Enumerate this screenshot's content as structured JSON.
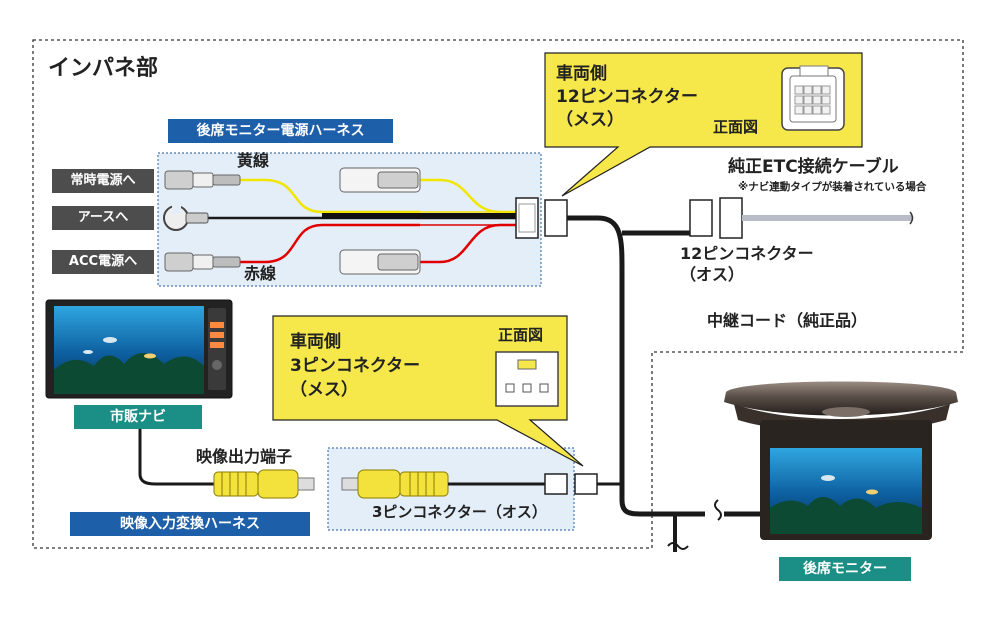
{
  "area_title": "インパネ部",
  "harness_label": "後席モニター電源ハーネス",
  "power_labels": {
    "constant": "常時電源へ",
    "ground": "アースへ",
    "acc": "ACC電源へ"
  },
  "wire_labels": {
    "yellow": "黄線",
    "red": "赤線"
  },
  "connector12_callout": {
    "line1": "車両側",
    "line2": "12ピンコネクター",
    "line3": "（メス）",
    "front_view": "正面図"
  },
  "etc_cable": {
    "title": "純正ETC接続ケーブル",
    "note": "※ナビ連動タイプが装着されている場合"
  },
  "connector12_male": {
    "line1": "12ピンコネクター",
    "line2": "（オス）"
  },
  "relay_cord": "中継コード（純正品）",
  "connector3_callout": {
    "line1": "車両側",
    "line2": "3ピンコネクター",
    "line3": "（メス）",
    "front_view": "正面図"
  },
  "navi_label": "市販ナビ",
  "video_out_label": "映像出力端子",
  "connector3_male_label": "3ピンコネクター（オス）",
  "video_harness_label": "映像入力変換ハーネス",
  "rear_monitor_label": "後席モニター",
  "colors": {
    "banner_blue": "#1d5fa8",
    "teal": "#1b8f86",
    "callout_yellow": "#f6e84a",
    "wire_yellow": "#f2e600",
    "wire_red": "#e00000",
    "cable_dark": "#1a1a1a"
  }
}
